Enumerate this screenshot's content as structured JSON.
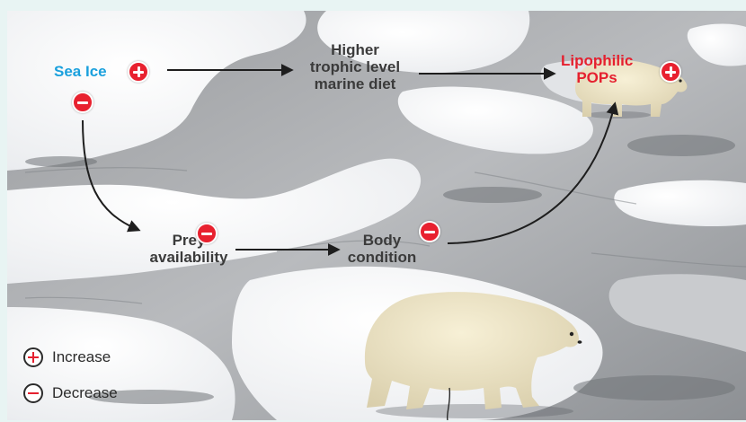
{
  "nodes": {
    "sea_ice": "Sea Ice",
    "higher_line1": "Higher",
    "higher_line2": "trophic level",
    "higher_line3": "marine diet",
    "lipo_line1": "Lipophilic",
    "lipo_line2": "POPs",
    "prey_line1": "Prey",
    "prey_line2": "availability",
    "body_line1": "Body",
    "body_line2": "condition"
  },
  "legend": {
    "increase": "Increase",
    "decrease": "Decrease"
  },
  "colors": {
    "sea_ice_text": "#1aa0dd",
    "pops_text": "#e5202f",
    "sign_fill": "#e8212f",
    "node_text": "#3b3b3b",
    "page_background": "#e8f4f3"
  },
  "icons": {
    "increase": "plus-circle-icon",
    "decrease": "minus-circle-icon"
  }
}
